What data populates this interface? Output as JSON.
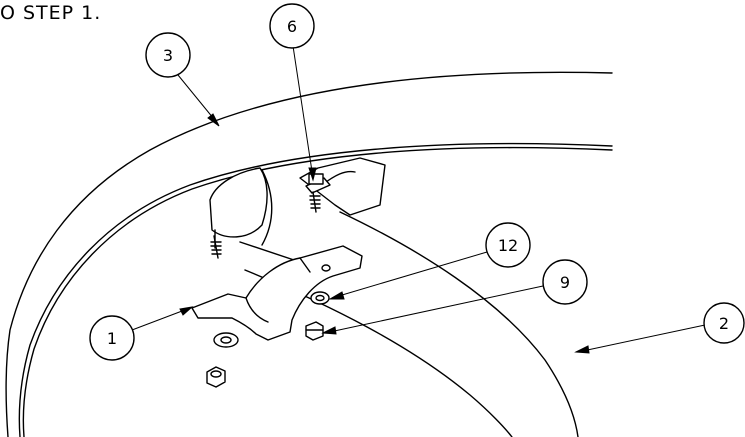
{
  "step_label": "O STEP 1.",
  "balloons": [
    {
      "id": "1",
      "label": "1",
      "name": "balloon-1"
    },
    {
      "id": "2",
      "label": "2",
      "name": "balloon-2"
    },
    {
      "id": "3",
      "label": "3",
      "name": "balloon-3"
    },
    {
      "id": "6",
      "label": "6",
      "name": "balloon-6"
    },
    {
      "id": "9",
      "label": "9",
      "name": "balloon-9"
    },
    {
      "id": "12",
      "label": "12",
      "name": "balloon-12"
    }
  ]
}
